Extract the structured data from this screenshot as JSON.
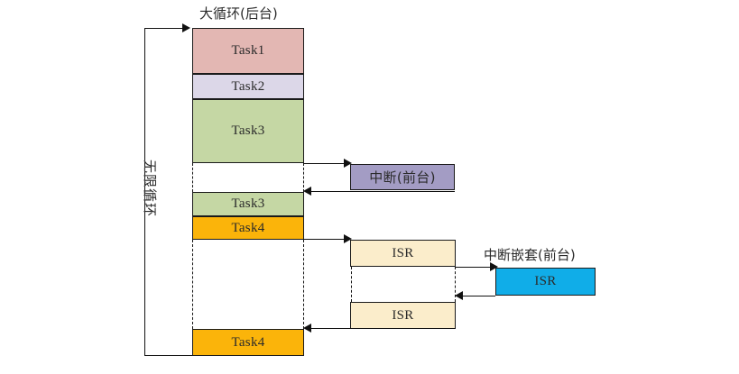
{
  "diagram": {
    "title_main_loop": "大循环(后台)",
    "title_nested_interrupt": "中断嵌套(前台)",
    "loop_label": "无限循环",
    "colors": {
      "task1": "#e3b7b3",
      "task2": "#dcd7e8",
      "task3": "#c5d7a4",
      "task4": "#fbb40a",
      "interrupt": "#a39cc4",
      "isr_cream": "#fbedcb",
      "isr_blue": "#10ade8",
      "stroke": "#1a1a1a"
    },
    "background_tasks": [
      {
        "name": "task1-block",
        "label": "Task1",
        "color_key": "task1"
      },
      {
        "name": "task2-block",
        "label": "Task2",
        "color_key": "task2"
      },
      {
        "name": "task3-block",
        "label": "Task3",
        "color_key": "task3"
      },
      {
        "name": "task3-resume-block",
        "label": "Task3",
        "color_key": "task3"
      },
      {
        "name": "task4-block",
        "label": "Task4",
        "color_key": "task4"
      },
      {
        "name": "task4-resume-block",
        "label": "Task4",
        "color_key": "task4"
      }
    ],
    "foreground_blocks": [
      {
        "name": "interrupt-block",
        "label": "中断(前台)",
        "color_key": "interrupt"
      },
      {
        "name": "isr-first-block",
        "label": "ISR",
        "color_key": "isr_cream"
      },
      {
        "name": "isr-second-block",
        "label": "ISR",
        "color_key": "isr_cream"
      },
      {
        "name": "isr-nested-block",
        "label": "ISR",
        "color_key": "isr_blue"
      }
    ],
    "arrows": [
      {
        "name": "loop-return-arrow",
        "direction": "right"
      },
      {
        "name": "enter-interrupt-arrow",
        "direction": "right"
      },
      {
        "name": "exit-interrupt-arrow",
        "direction": "left"
      },
      {
        "name": "enter-isr-arrow",
        "direction": "right"
      },
      {
        "name": "enter-nested-isr-arrow",
        "direction": "right"
      },
      {
        "name": "exit-nested-isr-arrow",
        "direction": "left"
      },
      {
        "name": "exit-isr-arrow",
        "direction": "left"
      }
    ]
  }
}
